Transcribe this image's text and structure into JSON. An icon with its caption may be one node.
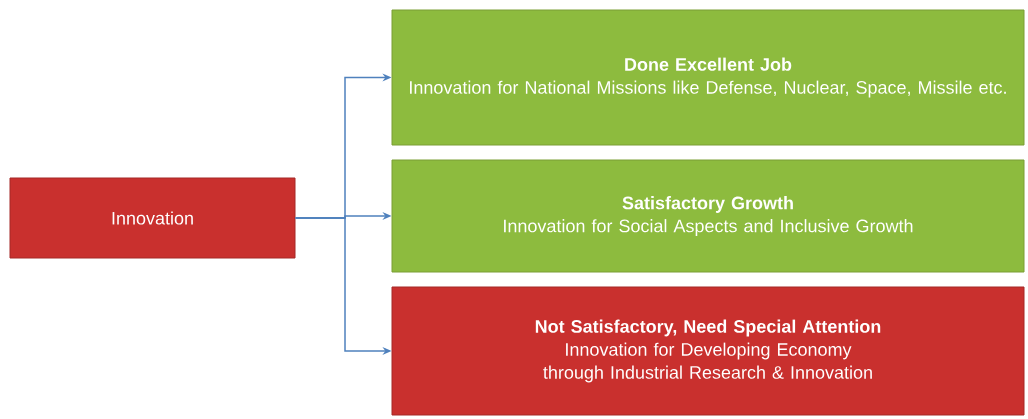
{
  "diagram": {
    "nodes": [
      {
        "text": [
          "Innovation"
        ]
      },
      {
        "text": [
          "Done Excellent Job",
          "Innovation for National Missions like Defense, Nuclear, Space, Missile etc."
        ]
      },
      {
        "text": [
          "Satisfactory Growth",
          "Innovation for Social Aspects and Inclusive Growth"
        ]
      },
      {
        "text": [
          "Not Satisfactory, Need Special Attention",
          "Innovation for Developing Economy through Industrial Research & Innovation"
        ]
      }
    ],
    "edges": [
      {
        "from": 0,
        "to": 1,
        "arrow": "to"
      },
      {
        "from": 0,
        "to": 2,
        "arrow": "to"
      },
      {
        "from": 0,
        "to": 3,
        "arrow": "to"
      }
    ]
  }
}
